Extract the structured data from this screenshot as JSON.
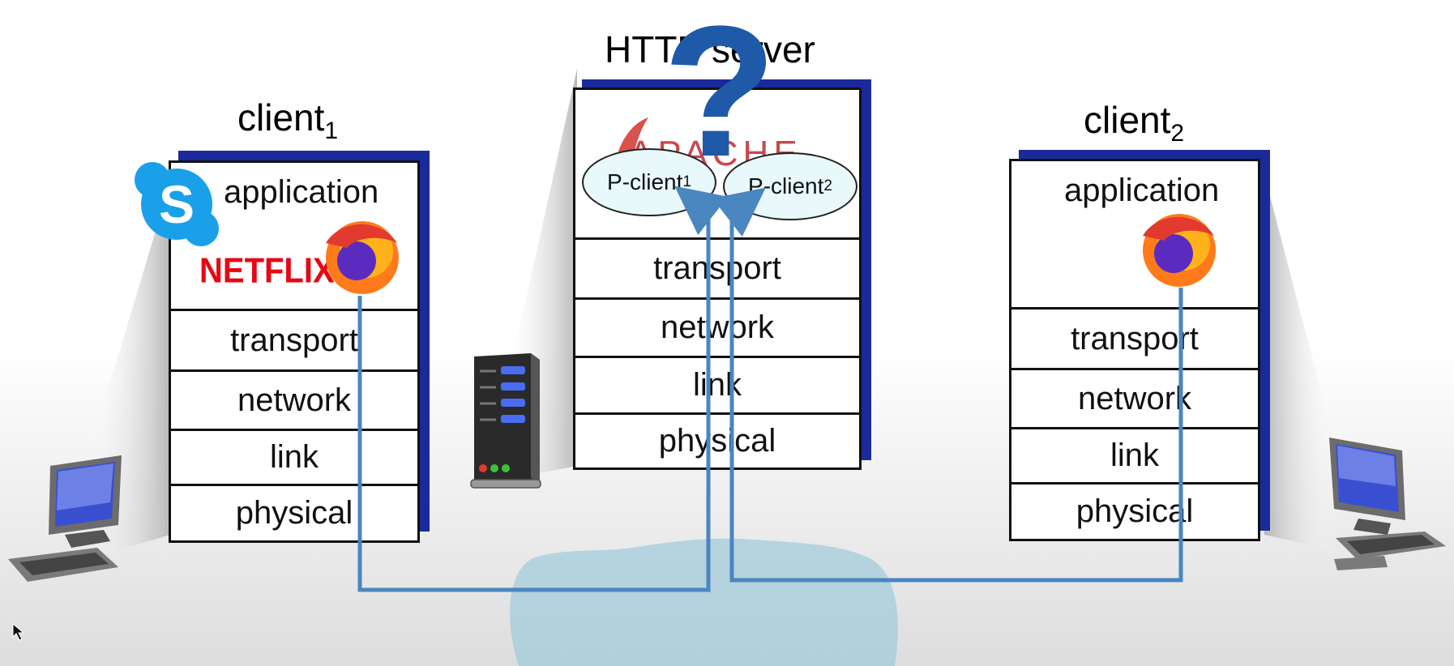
{
  "server": {
    "title": "HTTP server",
    "apache_logo_text": "APACHE",
    "process_1": {
      "label": "P-client",
      "sub": "1"
    },
    "process_2": {
      "label": "P-client",
      "sub": "2"
    },
    "layers": [
      "transport",
      "network",
      "link",
      "physical"
    ]
  },
  "client1": {
    "title": "client",
    "title_sub": "1",
    "app_label": "application",
    "netflix_logo_text": "NETFLIX",
    "layers": [
      "transport",
      "network",
      "link",
      "physical"
    ],
    "icons": [
      "skype-icon",
      "netflix-logo",
      "firefox-icon",
      "laptop-icon"
    ]
  },
  "client2": {
    "title": "client",
    "title_sub": "2",
    "app_label": "application",
    "layers": [
      "transport",
      "network",
      "link",
      "physical"
    ],
    "icons": [
      "firefox-icon",
      "laptop-icon"
    ]
  },
  "overlay": {
    "question_mark": "?"
  },
  "colors": {
    "stack_shadow": "#1b2a9a",
    "connection_line": "#4a86c0",
    "process_fill": "#e8f8fb",
    "internet_cloud": "#9ecbdc",
    "question_mark": "#1f5aa8",
    "netflix_red": "#e50914"
  }
}
